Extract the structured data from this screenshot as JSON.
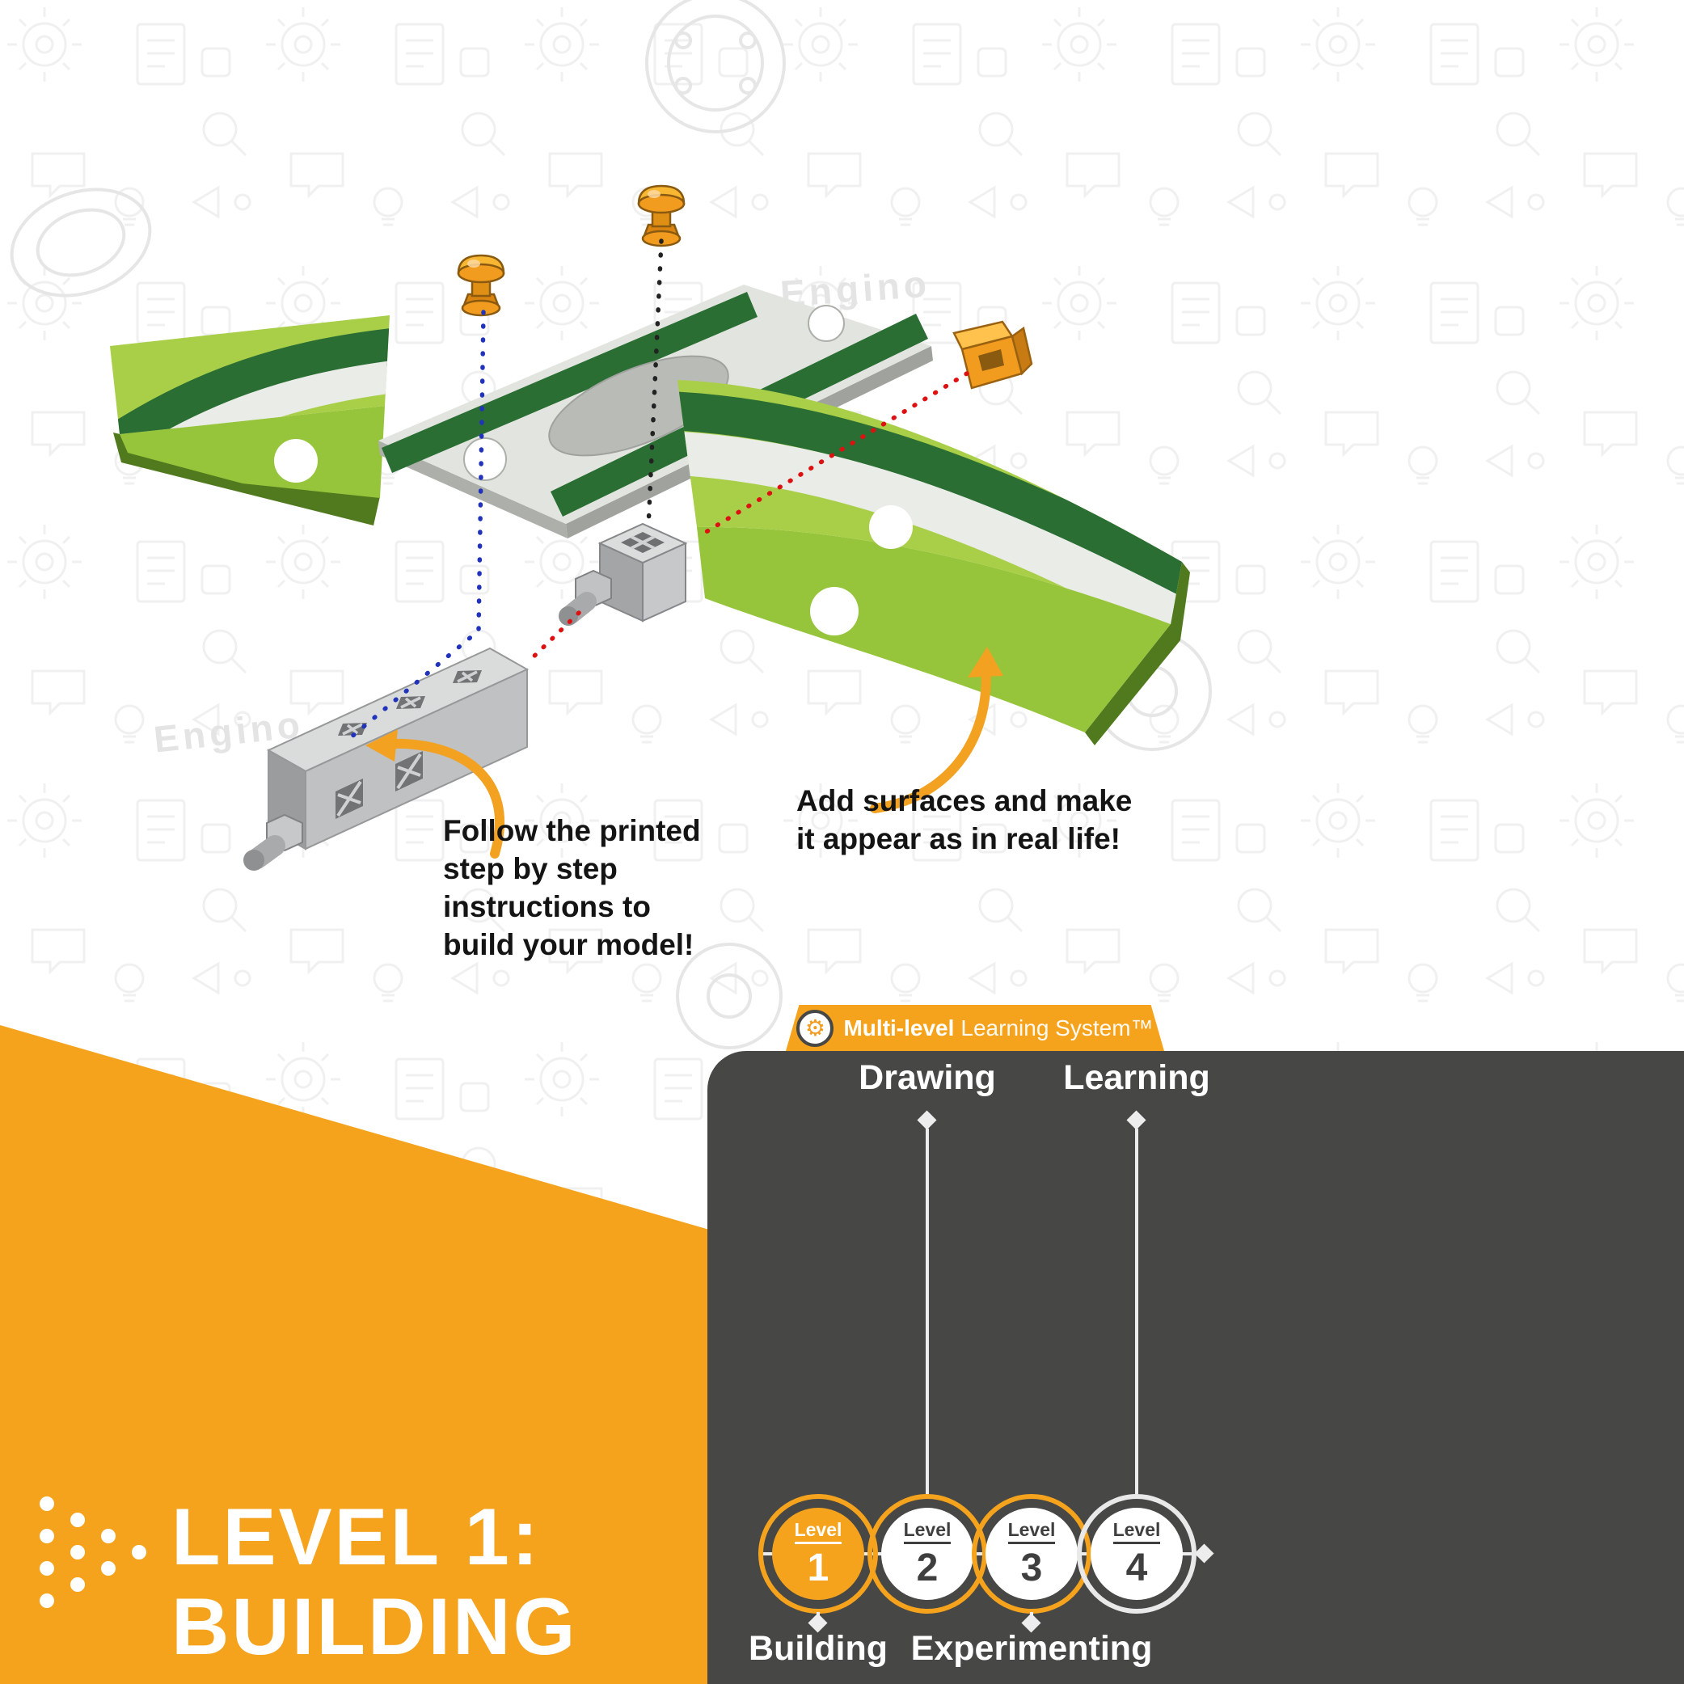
{
  "background": {
    "watermark": "Engino"
  },
  "notes": {
    "build": "Follow the printed\nstep by step\ninstructions to\nbuild your model!",
    "surfaces": "Add surfaces and make\nit appear as in real life!"
  },
  "banner": {
    "line1": "LEVEL 1:",
    "line2": "BUILDING"
  },
  "panel": {
    "tab": {
      "bold": "Multi-level",
      "rest": "Learning System™"
    },
    "labels": {
      "top_left": "Drawing",
      "top_right": "Learning",
      "bottom_left": "Building",
      "bottom_right": "Experimenting"
    },
    "levels": [
      {
        "label": "Level",
        "number": "1",
        "state": "active"
      },
      {
        "label": "Level",
        "number": "2",
        "state": "inactive"
      },
      {
        "label": "Level",
        "number": "3",
        "state": "inactive"
      },
      {
        "label": "Level",
        "number": "4",
        "state": "inactive"
      }
    ]
  },
  "colors": {
    "accent_orange": "#F5A31D",
    "panel_gray": "#474746",
    "model_green_light": "#9DCB3A",
    "model_green_dark": "#2A6E33",
    "guide_blue": "#2233BB",
    "guide_red": "#DD1111",
    "guide_black": "#222222"
  }
}
